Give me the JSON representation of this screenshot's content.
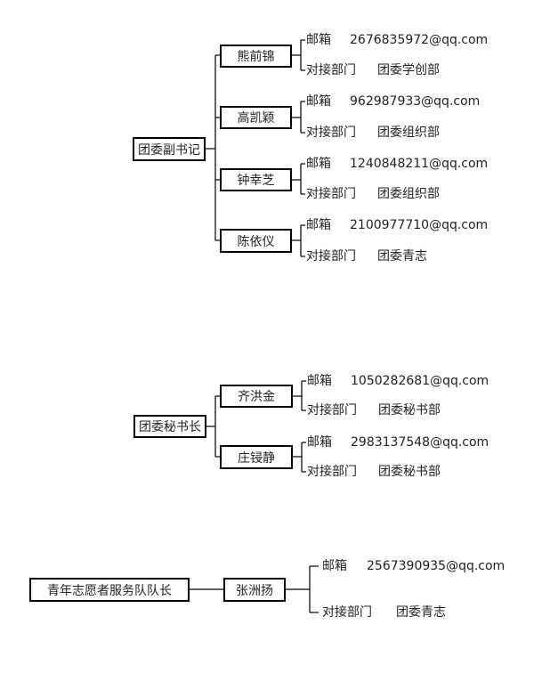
{
  "labels": {
    "email": "邮箱",
    "dept": "对接部门"
  },
  "groups": [
    {
      "title": "团委副书记",
      "people": [
        {
          "name": "熊前锦",
          "email": "2676835972@qq.com",
          "dept": "团委学创部"
        },
        {
          "name": "高凯颖",
          "email": "962987933@qq.com",
          "dept": "团委组织部"
        },
        {
          "name": "钟幸芝",
          "email": "1240848211@qq.com",
          "dept": "团委组织部"
        },
        {
          "name": "陈依仪",
          "email": "2100977710@qq.com",
          "dept": "团委青志"
        }
      ]
    },
    {
      "title": "团委秘书长",
      "people": [
        {
          "name": "齐洪金",
          "email": "1050282681@qq.com",
          "dept": "团委秘书部"
        },
        {
          "name": "庄锓静",
          "email": "2983137548@qq.com",
          "dept": "团委秘书部"
        }
      ]
    },
    {
      "title": "青年志愿者服务队队长",
      "people": [
        {
          "name": "张洲扬",
          "email": "2567390935@qq.com",
          "dept": "团委青志"
        }
      ]
    }
  ]
}
